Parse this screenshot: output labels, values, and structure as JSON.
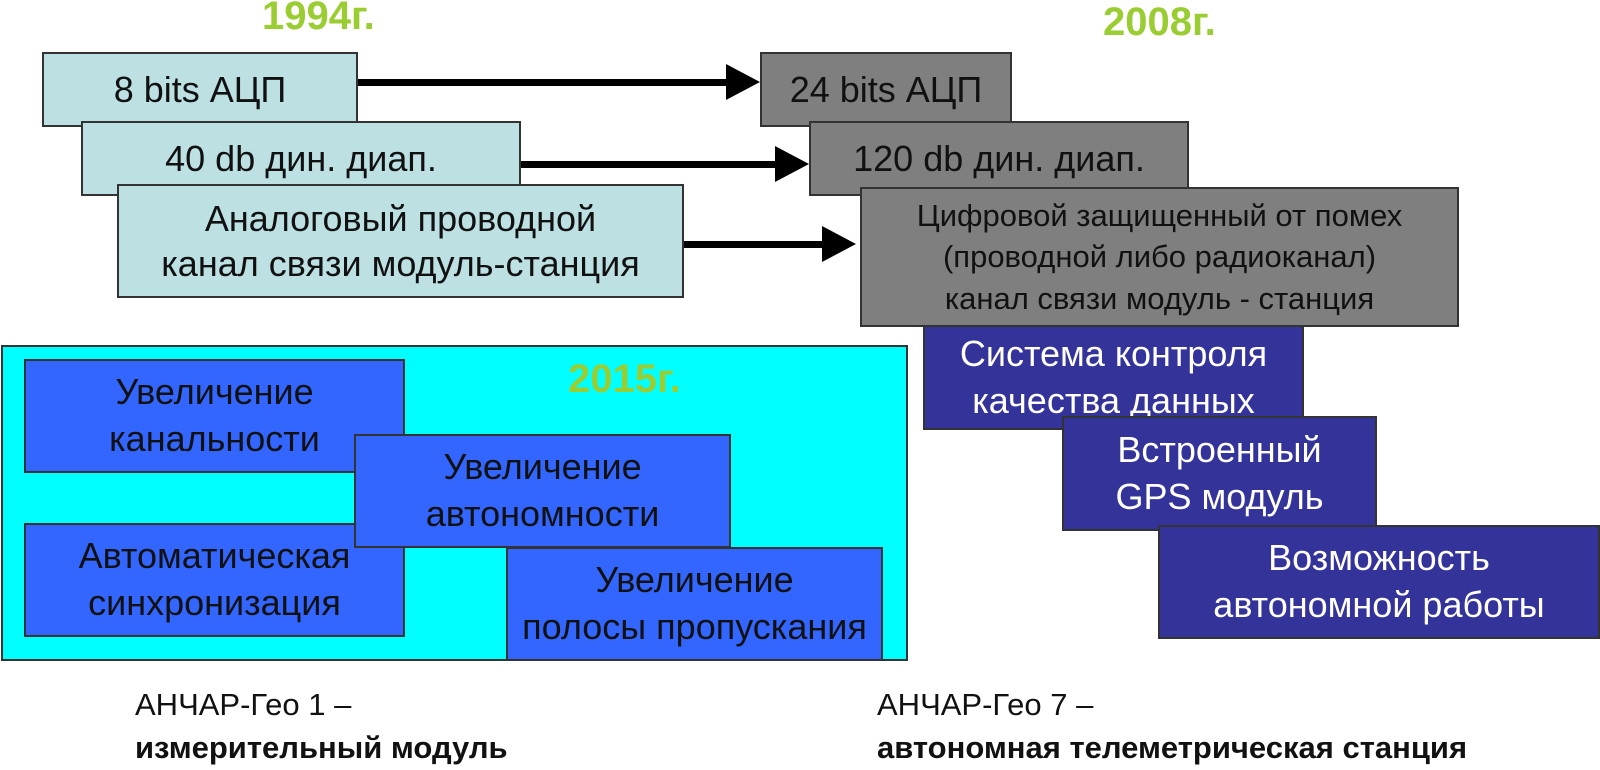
{
  "years": {
    "y1994": "1994г.",
    "y2008": "2008г.",
    "y2015": "2015г."
  },
  "left_1994": {
    "adc": "8 bits АЦП",
    "dynamic_range": "40 db дин. диап.",
    "channel_line1": "Аналоговый проводной",
    "channel_line2": "канал связи модуль-станция"
  },
  "right_2008": {
    "adc": "24 bits АЦП",
    "dynamic_range": "120 db дин. диап.",
    "channel_line1": "Цифровой защищенный от помех",
    "channel_line2": "(проводной либо радиоканал)",
    "channel_line3": "канал связи модуль - станция",
    "quality_line1": "Система контроля",
    "quality_line2": "качества данных",
    "gps_line1": "Встроенный",
    "gps_line2": "GPS модуль",
    "autonomy_line1": "Возможность",
    "autonomy_line2": "автономной работы"
  },
  "panel_2015": {
    "channels_line1": "Увеличение",
    "channels_line2": "канальности",
    "autonomy_line1": "Увеличение",
    "autonomy_line2": "автономности",
    "sync_line1": "Автоматическая",
    "sync_line2": "синхронизация",
    "bandwidth_line1": "Увеличение",
    "bandwidth_line2": "полосы пропускания"
  },
  "captions": {
    "left_line1": "АНЧАР-Гео 1 –",
    "left_line2": "измерительный модуль",
    "right_line1": "АНЧАР-Гео 7 –",
    "right_line2": "автономная телеметрическая станция"
  },
  "colors": {
    "year": "#9acd32",
    "box_1994": "#bde0e3",
    "box_2008": "#7f7f7f",
    "box_2008_features": "#333399",
    "panel_2015": "#00ffff",
    "box_2015": "#3366ff"
  }
}
